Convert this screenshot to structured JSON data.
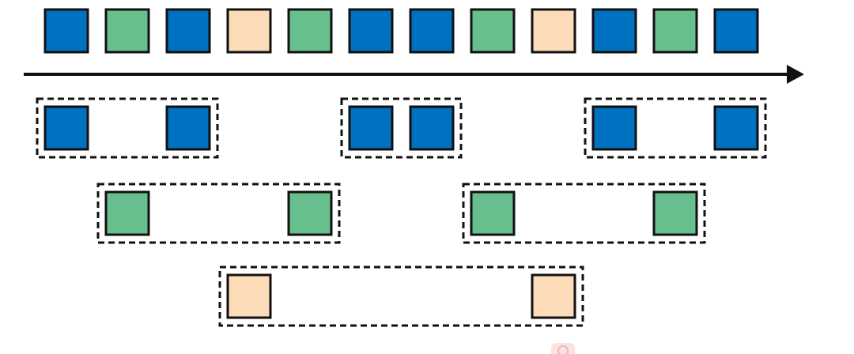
{
  "diagram": {
    "colors": {
      "blue": "#0070c0",
      "green": "#66bf8c",
      "peach": "#fcdcb8",
      "stroke": "#111111"
    },
    "timeline": {
      "sequence": [
        "blue",
        "green",
        "blue",
        "peach",
        "green",
        "blue",
        "blue",
        "green",
        "peach",
        "blue",
        "green",
        "blue"
      ],
      "arrow": "arrow-right"
    },
    "groups": [
      {
        "color": "blue",
        "slots": [
          0,
          2
        ]
      },
      {
        "color": "blue",
        "slots": [
          5,
          6
        ]
      },
      {
        "color": "blue",
        "slots": [
          9,
          11
        ]
      },
      {
        "color": "green",
        "slots": [
          1,
          4
        ]
      },
      {
        "color": "green",
        "slots": [
          7,
          10
        ]
      },
      {
        "color": "peach",
        "slots": [
          3,
          8
        ]
      }
    ]
  },
  "watermark": {
    "icon": "watermark-logo-icon"
  }
}
